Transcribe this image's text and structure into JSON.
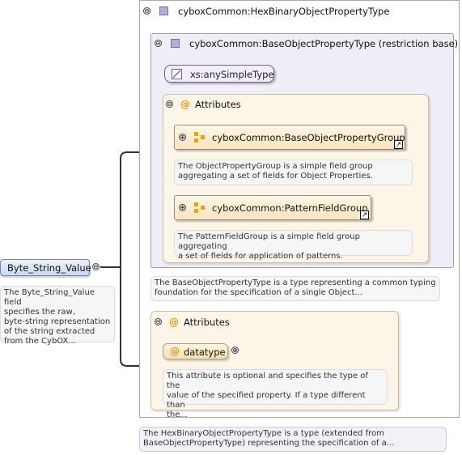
{
  "root_element": {
    "name": "Byte_String_Value",
    "doc": [
      "The Byte_String_Value field",
      "specifies the raw,",
      "byte-string representation",
      "of the string extracted",
      "from the CybOX..."
    ]
  },
  "complex_type": {
    "name": "cyboxCommon:HexBinaryObjectPropertyType",
    "doc": [
      "The HexBinaryObjectPropertyType is a type (extended from",
      "BaseObjectPropertyType) representing the specification of a..."
    ]
  },
  "base_type": {
    "name": "cyboxCommon:BaseObjectPropertyType (restriction base)",
    "doc": [
      "The BaseObjectPropertyType is a type representing a common typing",
      "foundation for the specification of a single Object..."
    ]
  },
  "simple_type": {
    "name": "xs:anySimpleType"
  },
  "attributes_base": {
    "label": "Attributes",
    "groups": [
      {
        "name": "cyboxCommon:BaseObjectPropertyGroup",
        "doc": [
          "The ObjectPropertyGroup is a simple field group",
          "aggregating a set of fields for Object Properties."
        ]
      },
      {
        "name": "cyboxCommon:PatternFieldGroup",
        "doc": [
          "The PatternFieldGroup is a simple field group aggregating",
          "a set of fields for application of patterns."
        ]
      }
    ]
  },
  "attributes_ext": {
    "label": "Attributes",
    "attribute": {
      "name": "datatype",
      "doc": [
        "This attribute is optional and specifies the type of the",
        "value of the specified property. If a type different than",
        "the..."
      ]
    }
  },
  "icons": {
    "collapse": "⊖",
    "expand": "⊕",
    "at": "@",
    "link": "↗"
  },
  "colors": {
    "panel_purple": "#efedf6",
    "attr_panel": "#fdf6e8",
    "group_orange": "#f6dfb3",
    "root_blue": "#c9d7ee"
  }
}
